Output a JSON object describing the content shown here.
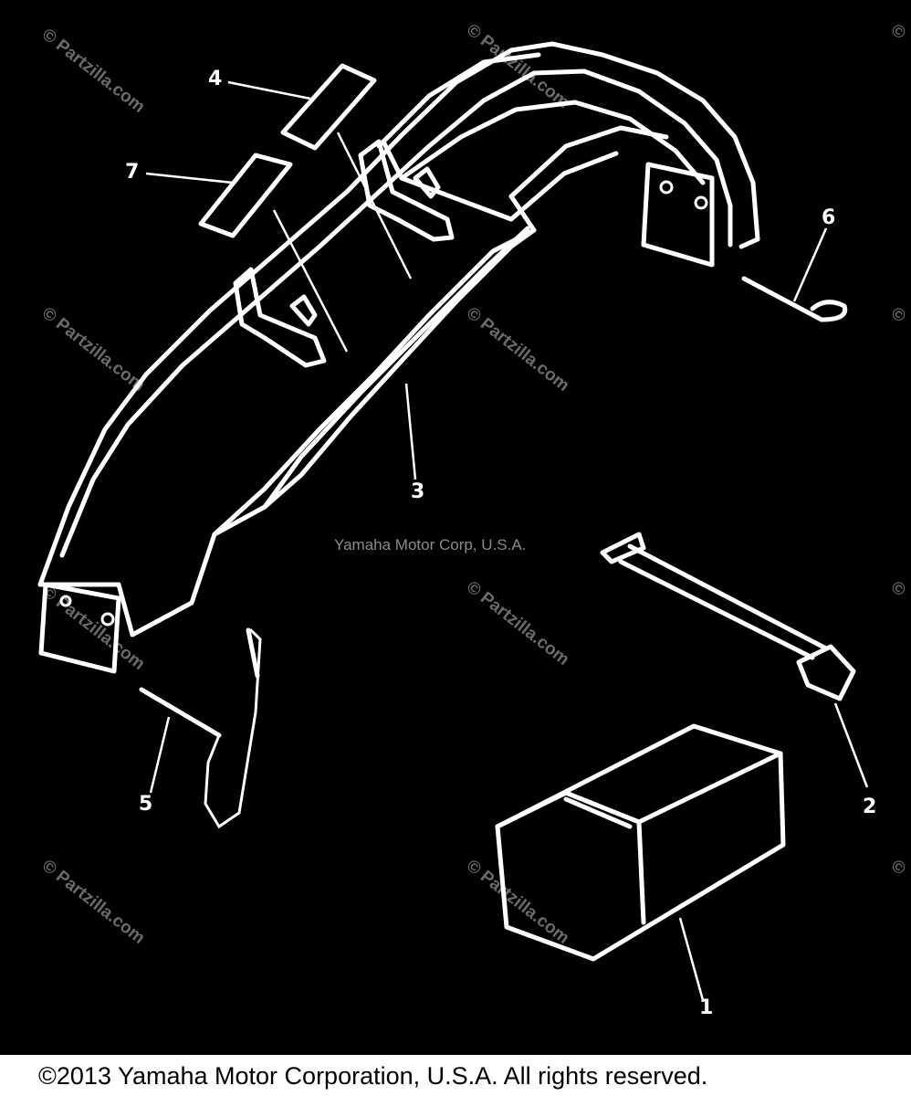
{
  "watermark": {
    "site": "Partzilla.com",
    "symbol": "©",
    "center_text": "Yamaha Motor Corp, U.S.A."
  },
  "callouts": [
    "1",
    "2",
    "3",
    "4",
    "5",
    "6",
    "7"
  ],
  "footer": {
    "copyright": "©2013 Yamaha Motor Corporation, U.S.A. All rights reserved."
  }
}
